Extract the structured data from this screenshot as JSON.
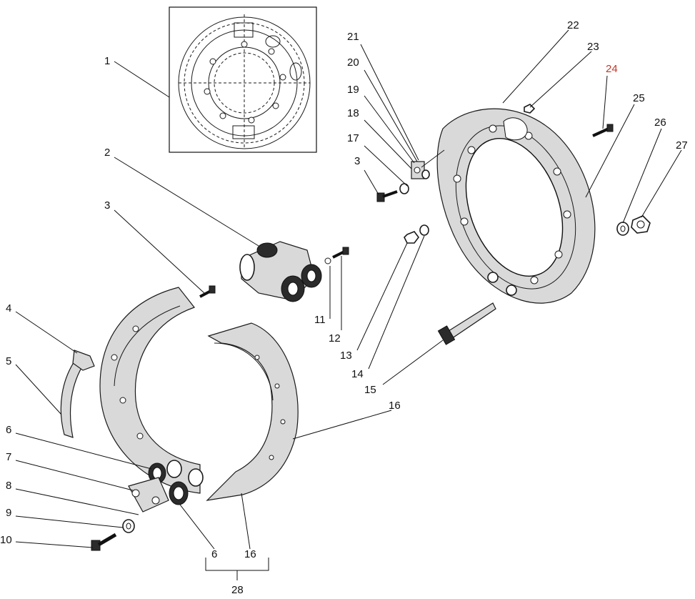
{
  "labels": {
    "l1": "1",
    "l2": "2",
    "l3a": "3",
    "l3b": "3",
    "l4": "4",
    "l5": "5",
    "l6a": "6",
    "l6b": "6",
    "l7": "7",
    "l8": "8",
    "l9": "9",
    "l10": "10",
    "l11": "11",
    "l12": "12",
    "l13": "13",
    "l14": "14",
    "l15": "15",
    "l16a": "16",
    "l16b": "16",
    "l17": "17",
    "l18": "18",
    "l19": "19",
    "l20": "20",
    "l21": "21",
    "l22": "22",
    "l23": "23",
    "l24": "24",
    "l25": "25",
    "l26": "26",
    "l27": "27",
    "l28": "28"
  },
  "colors": {
    "line": "#111111",
    "highlight_label": "#c0392b",
    "background": "#ffffff"
  }
}
